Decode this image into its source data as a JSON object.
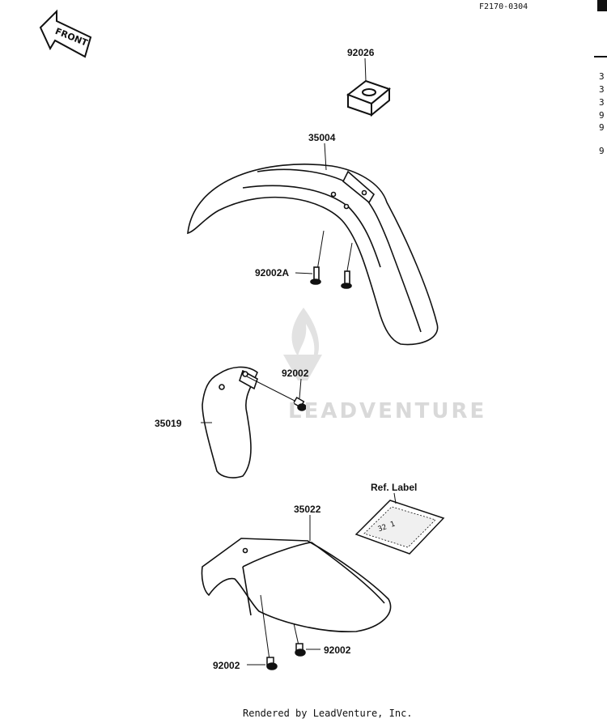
{
  "diagram": {
    "code": "F2170-0304",
    "front_label": "FRONT",
    "ref_label_title": "Ref. Label",
    "label_text": "32 1",
    "parts": [
      {
        "id": "p1",
        "number": "92026"
      },
      {
        "id": "p2",
        "number": "35004"
      },
      {
        "id": "p3",
        "number": "92002A"
      },
      {
        "id": "p4",
        "number": "92002"
      },
      {
        "id": "p5",
        "number": "35019"
      },
      {
        "id": "p6",
        "number": "35022"
      },
      {
        "id": "p7",
        "number": "92002"
      },
      {
        "id": "p8",
        "number": "92002"
      }
    ],
    "right_edge_numbers": [
      "3",
      "3",
      "3",
      "9",
      "9",
      "9"
    ],
    "watermark": "LEADVENTURE",
    "footer": "Rendered by LeadVenture, Inc."
  },
  "colors": {
    "line": "#111111",
    "watermark": "#d9d9d9"
  }
}
